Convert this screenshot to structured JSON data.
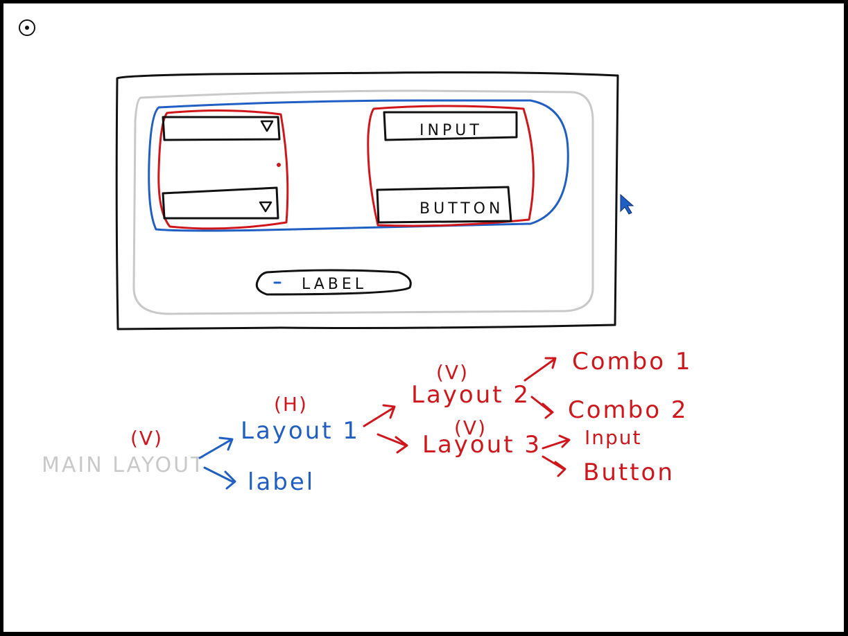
{
  "mockup": {
    "input_label": "INPUT",
    "button_label": "BUTTON",
    "label_text": "LABEL"
  },
  "tree": {
    "main": {
      "label": "MAIN LAYOUT",
      "orientation": "(V)"
    },
    "layout1": {
      "label": "Layout 1",
      "orientation": "(H)"
    },
    "label_leaf": {
      "label": "label"
    },
    "layout2": {
      "label": "Layout 2",
      "orientation": "(V)"
    },
    "layout3": {
      "label": "Layout 3",
      "orientation": "(V)"
    },
    "combo1": {
      "label": "Combo 1"
    },
    "combo2": {
      "label": "Combo 2"
    },
    "input": {
      "label": "Input"
    },
    "button": {
      "label": "Button"
    }
  },
  "colors": {
    "main_layout": "#c9c9c9",
    "layout1": "#1f5fc4",
    "nested_layouts": "#d0161b",
    "widgets": "#111111"
  },
  "icons": [
    "record-icon",
    "cursor-icon",
    "dropdown-arrow-icon"
  ]
}
